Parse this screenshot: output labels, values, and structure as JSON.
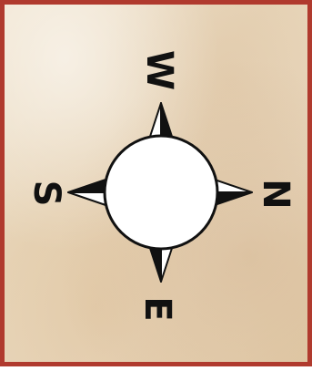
{
  "compass": {
    "top_label": "W",
    "right_label": "N",
    "bottom_label": "E",
    "left_label": "S"
  },
  "colors": {
    "frame": "#b03a2e",
    "ink": "#111111",
    "paper": "#ead9c0",
    "center": "#ffffff"
  }
}
